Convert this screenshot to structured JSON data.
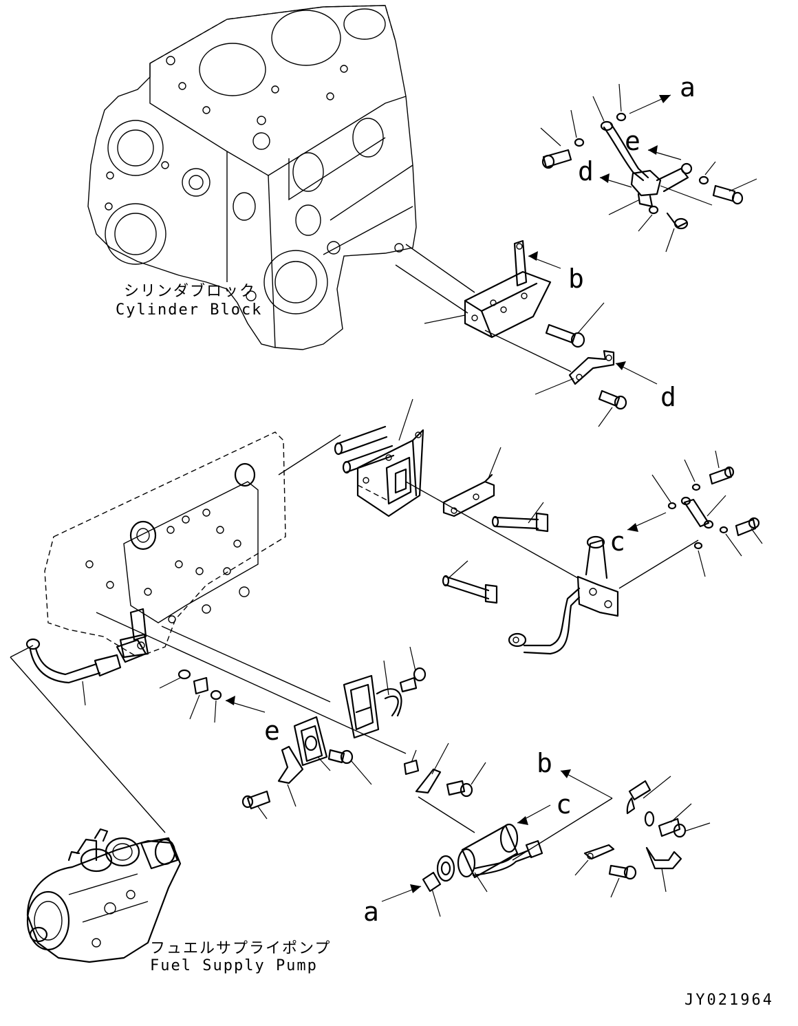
{
  "captions": {
    "cylinder_block_jp": "シリンダブロック",
    "cylinder_block_en": "Cylinder Block",
    "fuel_pump_jp": "フュエルサプライポンプ",
    "fuel_pump_en": "Fuel Supply Pump"
  },
  "callouts": {
    "a_top": "a",
    "e_top": "e",
    "d_top": "d",
    "b_top": "b",
    "d_mid": "d",
    "c_mid": "c",
    "e_low": "e",
    "b_low": "b",
    "c_low": "c",
    "a_low": "a"
  },
  "drawing_code": "JY021964"
}
